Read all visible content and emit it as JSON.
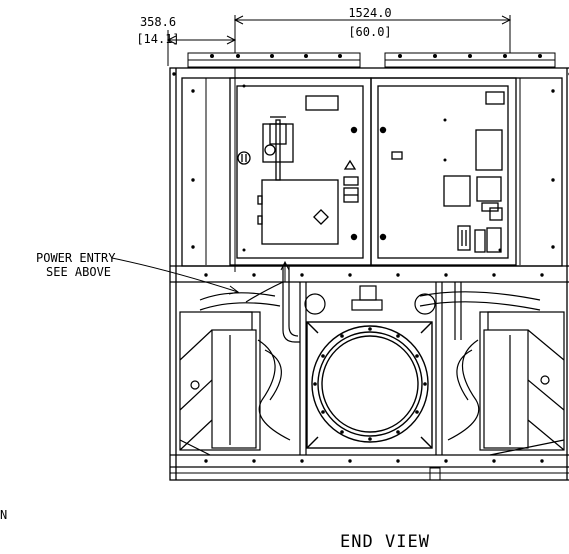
{
  "dimensions": {
    "overall_width_mm": "1524.0",
    "overall_width_in": "[60.0]",
    "offset_mm": "358.6",
    "offset_in": "[14.1]"
  },
  "callout": {
    "line1": "POWER ENTRY",
    "line2": "SEE ABOVE"
  },
  "view_label": "END VIEW",
  "edge_fragment": "N",
  "colors": {
    "line": "#000000",
    "background": "#ffffff"
  }
}
